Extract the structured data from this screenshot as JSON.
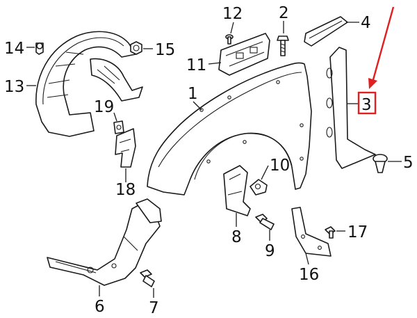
{
  "callouts": {
    "c1": "1",
    "c2": "2",
    "c3": "3",
    "c4": "4",
    "c5": "5",
    "c6": "6",
    "c7": "7",
    "c8": "8",
    "c9": "9",
    "c10": "10",
    "c11": "11",
    "c12": "12",
    "c13": "13",
    "c14": "14",
    "c15": "15",
    "c16": "16",
    "c17": "17",
    "c18": "18",
    "c19": "19"
  },
  "colors": {
    "ink": "#1a1a1a",
    "highlight": "#e02020",
    "background": "#ffffff"
  }
}
